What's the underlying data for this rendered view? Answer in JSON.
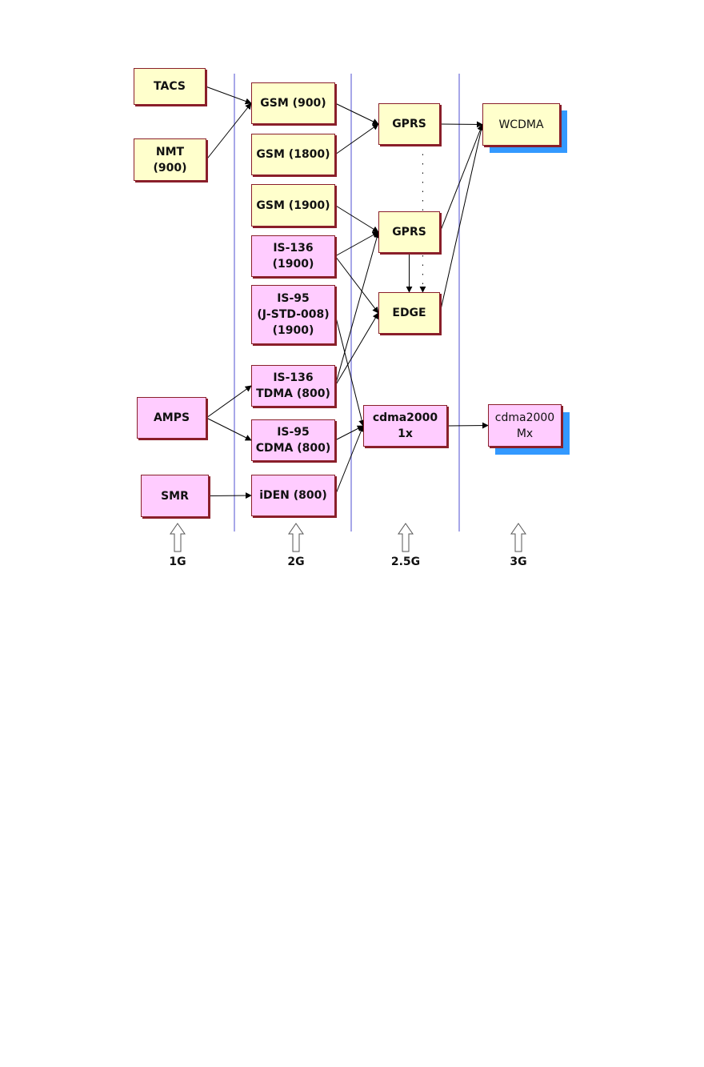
{
  "generations": [
    {
      "id": "g1",
      "label": "1G"
    },
    {
      "id": "g2",
      "label": "2G"
    },
    {
      "id": "g25",
      "label": "2.5G"
    },
    {
      "id": "g3",
      "label": "3G"
    }
  ],
  "nodes": {
    "tacs": {
      "lines": [
        "TACS"
      ]
    },
    "nmt": {
      "lines": [
        "NMT",
        "(900)"
      ]
    },
    "amps": {
      "lines": [
        "AMPS"
      ]
    },
    "smr": {
      "lines": [
        "SMR"
      ]
    },
    "gsm900": {
      "lines": [
        "GSM (900)"
      ]
    },
    "gsm1800": {
      "lines": [
        "GSM (1800)"
      ]
    },
    "gsm1900": {
      "lines": [
        "GSM (1900)"
      ]
    },
    "is136_1900": {
      "lines": [
        "IS-136",
        "(1900)"
      ]
    },
    "is95_1900": {
      "lines": [
        "IS-95",
        "(J-STD-008)",
        "(1900)"
      ]
    },
    "is136_800": {
      "lines": [
        "IS-136",
        "TDMA (800)"
      ]
    },
    "is95_800": {
      "lines": [
        "IS-95",
        "CDMA (800)"
      ]
    },
    "iden": {
      "lines": [
        "iDEN (800)"
      ]
    },
    "gprs1": {
      "lines": [
        "GPRS"
      ]
    },
    "gprs2": {
      "lines": [
        "GPRS"
      ]
    },
    "edge": {
      "lines": [
        "EDGE"
      ]
    },
    "cdma1x": {
      "lines": [
        "cdma2000",
        "1x"
      ]
    },
    "wcdma": {
      "lines": [
        "WCDMA"
      ]
    },
    "cdmamx": {
      "lines": [
        "cdma2000",
        "Mx"
      ]
    }
  },
  "colors": {
    "yellow_fill": "#ffffcc",
    "pink_fill": "#ffccff",
    "border": "#8a1f2a",
    "divider": "#8a8ae0",
    "shadow_3g": "#3399ff"
  },
  "edges": [
    {
      "from": "tacs",
      "to": "gsm900"
    },
    {
      "from": "nmt",
      "to": "gsm900"
    },
    {
      "from": "gsm900",
      "to": "gprs1"
    },
    {
      "from": "gsm1800",
      "to": "gprs1"
    },
    {
      "from": "gprs1",
      "to": "wcdma"
    },
    {
      "from": "gsm1900",
      "to": "gprs2"
    },
    {
      "from": "is136_1900",
      "to": "gprs2"
    },
    {
      "from": "is136_1900",
      "to": "edge"
    },
    {
      "from": "gprs2",
      "to": "edge"
    },
    {
      "from": "gprs2",
      "to": "wcdma"
    },
    {
      "from": "edge",
      "to": "wcdma"
    },
    {
      "from": "gprs1",
      "to": "edge",
      "style": "dotted"
    },
    {
      "from": "is95_1900",
      "to": "cdma1x"
    },
    {
      "from": "is136_800",
      "to": "gprs2"
    },
    {
      "from": "is136_800",
      "to": "edge"
    },
    {
      "from": "amps",
      "to": "is136_800"
    },
    {
      "from": "amps",
      "to": "is95_800"
    },
    {
      "from": "is95_800",
      "to": "cdma1x"
    },
    {
      "from": "iden",
      "to": "cdma1x"
    },
    {
      "from": "smr",
      "to": "iden"
    },
    {
      "from": "cdma1x",
      "to": "cdmamx"
    }
  ]
}
